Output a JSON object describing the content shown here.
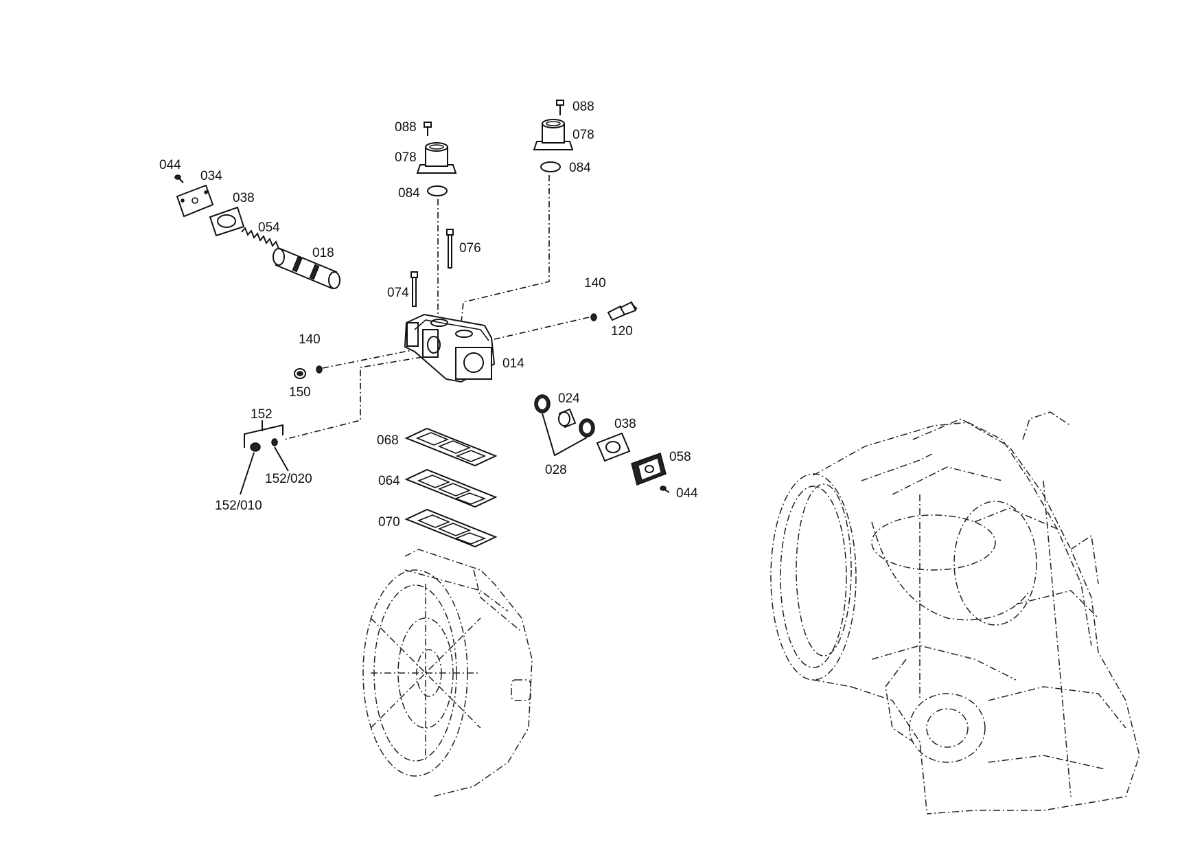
{
  "labels": {
    "l088a": "088",
    "l088b": "088",
    "l078a": "078",
    "l078b": "078",
    "l084a": "084",
    "l084b": "084",
    "l044a": "044",
    "l034": "034",
    "l038a": "038",
    "l054": "054",
    "l018": "018",
    "l076": "076",
    "l074": "074",
    "l140a": "140",
    "l120": "120",
    "l140b": "140",
    "l014": "014",
    "l150": "150",
    "l024": "024",
    "l152": "152",
    "l038b": "038",
    "l068": "068",
    "l058": "058",
    "l028": "028",
    "l064": "064",
    "l044b": "044",
    "l152020": "152/020",
    "l152010": "152/010",
    "l070": "070"
  }
}
